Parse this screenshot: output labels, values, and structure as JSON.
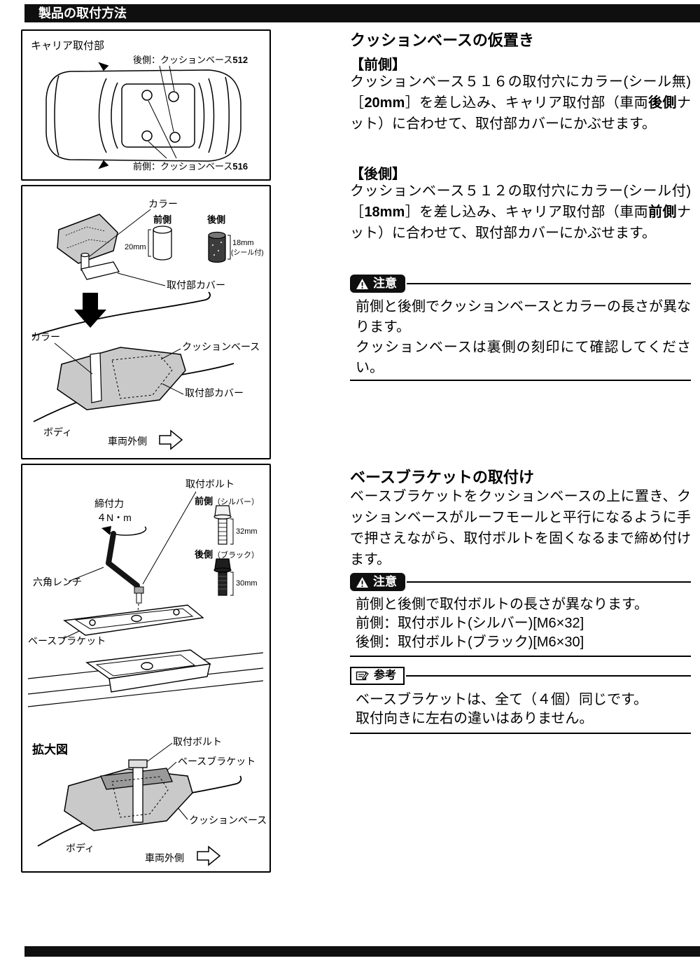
{
  "header": {
    "title": "製品の取付方法"
  },
  "diagram1": {
    "title": "キャリア取付部",
    "label_rear": "後側：クッションベース",
    "label_rear_bold": "512",
    "label_front": "前側：クッションベース",
    "label_front_bold": "516"
  },
  "diagram2": {
    "collar_top": "カラー",
    "front": "前側",
    "rear": "後側",
    "front_size": "20mm",
    "rear_size": "18mm",
    "rear_seal": "(シール付)",
    "cover_top": "取付部カバー",
    "collar_bottom": "カラー",
    "cushion": "クッションベース",
    "cover_bottom": "取付部カバー",
    "body": "ボディ",
    "outside": "車両外側"
  },
  "diagram3": {
    "bolt": "取付ボルト",
    "torque_label": "締付力",
    "torque_value": "４N・m",
    "front": "前側",
    "front_note": "（シルバー）",
    "front_size": "32mm",
    "rear": "後側",
    "rear_note": "（ブラック）",
    "rear_size": "30mm",
    "wrench": "六角レンチ",
    "bracket": "ベースブラケット",
    "enlarged": "拡大図",
    "bolt2": "取付ボルト",
    "bracket2": "ベースブラケット",
    "cushion": "クッションベース",
    "body": "ボディ",
    "outside": "車両外側"
  },
  "section1": {
    "title": "クッションベースの仮置き",
    "front_heading": "【前側】",
    "front_seg1": "クッションベース５１６の取付穴にカラー(シール無)［",
    "front_seg2": "20mm",
    "front_seg3": "］を差し込み、キャリア取付部（車両",
    "front_seg4": "後側",
    "front_seg5": "ナット）に合わせて、取付部カバーにかぶせます。",
    "rear_heading": "【後側】",
    "rear_seg1": "クッションベース５１２の取付穴にカラー(シール付)［",
    "rear_seg2": "18mm",
    "rear_seg3": "］を差し込み、キャリア取付部（車両",
    "rear_seg4": "前側",
    "rear_seg5": "ナット）に合わせて、取付部カバーにかぶせます。",
    "caution_label": "注意",
    "caution_line1": "前側と後側でクッションベースとカラーの長さが異なります。",
    "caution_line2": "クッションベースは裏側の刻印にて確認してください。"
  },
  "section2": {
    "title": "ベースブラケットの取付け",
    "body": "ベースブラケットをクッションベースの上に置き、クッションベースがルーフモールと平行になるように手で押さえながら、取付ボルトを固くなるまで締め付けます。",
    "caution_label": "注意",
    "caution_line1": "前側と後側で取付ボルトの長さが異なります。",
    "caution_line2": "前側：取付ボルト(シルバー)[M6×32]",
    "caution_line3": "後側：取付ボルト(ブラック)[M6×30]",
    "ref_label": "参考",
    "ref_line1": "ベースブラケットは、全て（４個）同じです。",
    "ref_line2": "取付向きに左右の違いはありません。"
  }
}
